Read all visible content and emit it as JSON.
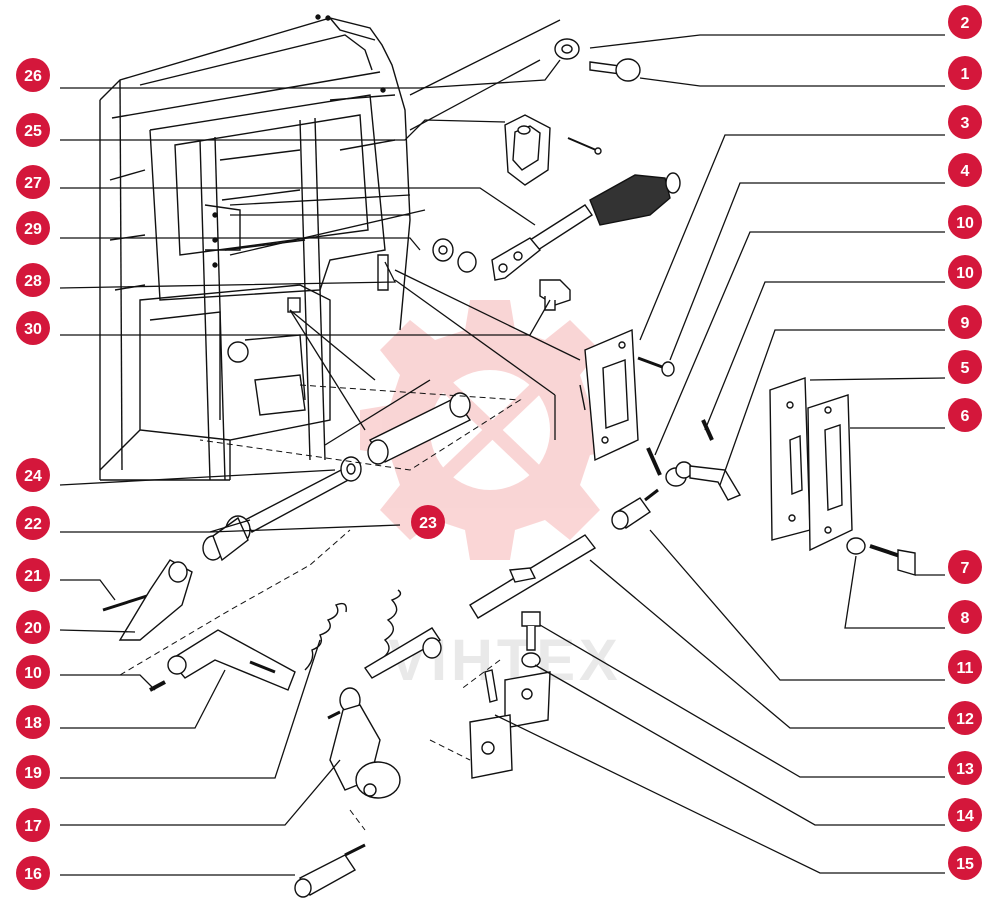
{
  "diagram": {
    "colors": {
      "callout": "#d4173b",
      "ink": "#111111",
      "watermark": "#f2b7b7"
    },
    "watermark_text": "VIHTEX",
    "callouts_left": [
      "26",
      "25",
      "27",
      "29",
      "28",
      "30",
      "24",
      "22",
      "23",
      "21",
      "20",
      "10",
      "18",
      "19",
      "17",
      "16"
    ],
    "callouts_right": [
      "2",
      "1",
      "3",
      "4",
      "10",
      "10",
      "9",
      "5",
      "6",
      "7",
      "8",
      "11",
      "12",
      "13",
      "14",
      "15"
    ]
  }
}
